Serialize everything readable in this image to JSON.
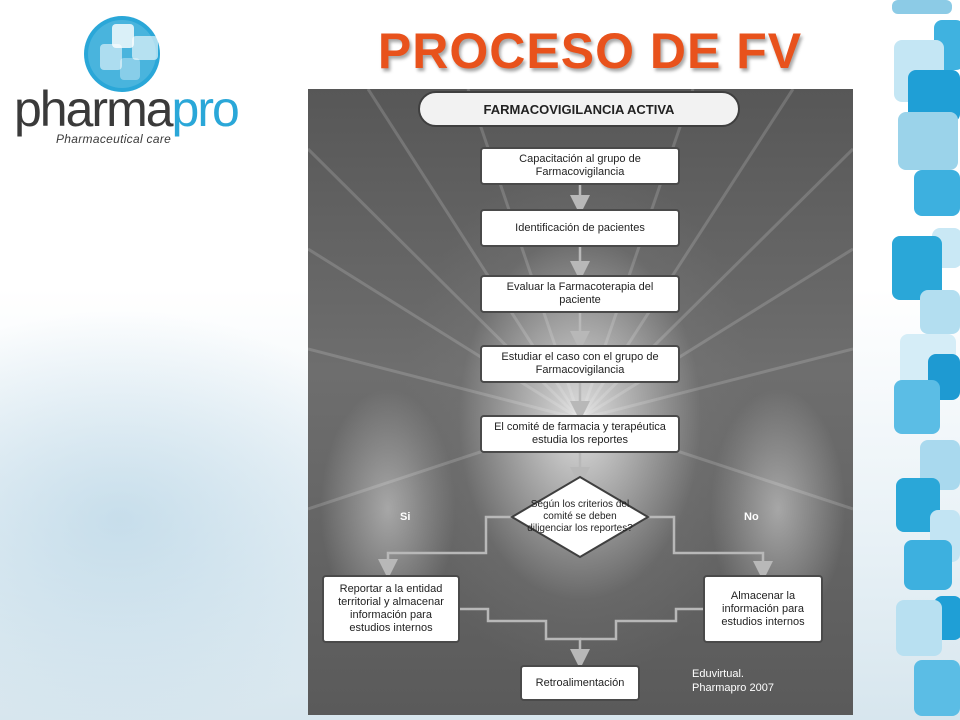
{
  "slide": {
    "title": "PROCESO DE FV",
    "title_color": "#e8521c",
    "accent_color": "#2aa7d8"
  },
  "logo": {
    "word_part1": "pharma",
    "word_part2": "pro",
    "tagline": "Pharmaceutical care"
  },
  "flowchart": {
    "header": "FARMACOVIGILANCIA ACTIVA",
    "steps": [
      "Capacitación al grupo de Farmacovigilancia",
      "Identificación de pacientes",
      "Evaluar la Farmacoterapia del paciente",
      "Estudiar el caso con el grupo de Farmacovigilancia",
      "El comité de farmacia y terapéutica estudia los reportes"
    ],
    "decision": "Según los criterios del comité se deben diligenciar los reportes?",
    "yes_label": "Si",
    "no_label": "No",
    "yes_action": "Reportar a la entidad territorial y almacenar información para estudios internos",
    "no_action": "Almacenar la información para estudios internos",
    "final_step": "Retroalimentación",
    "credit_line1": "Eduvirtual.",
    "credit_line2": "Pharmapro 2007"
  }
}
